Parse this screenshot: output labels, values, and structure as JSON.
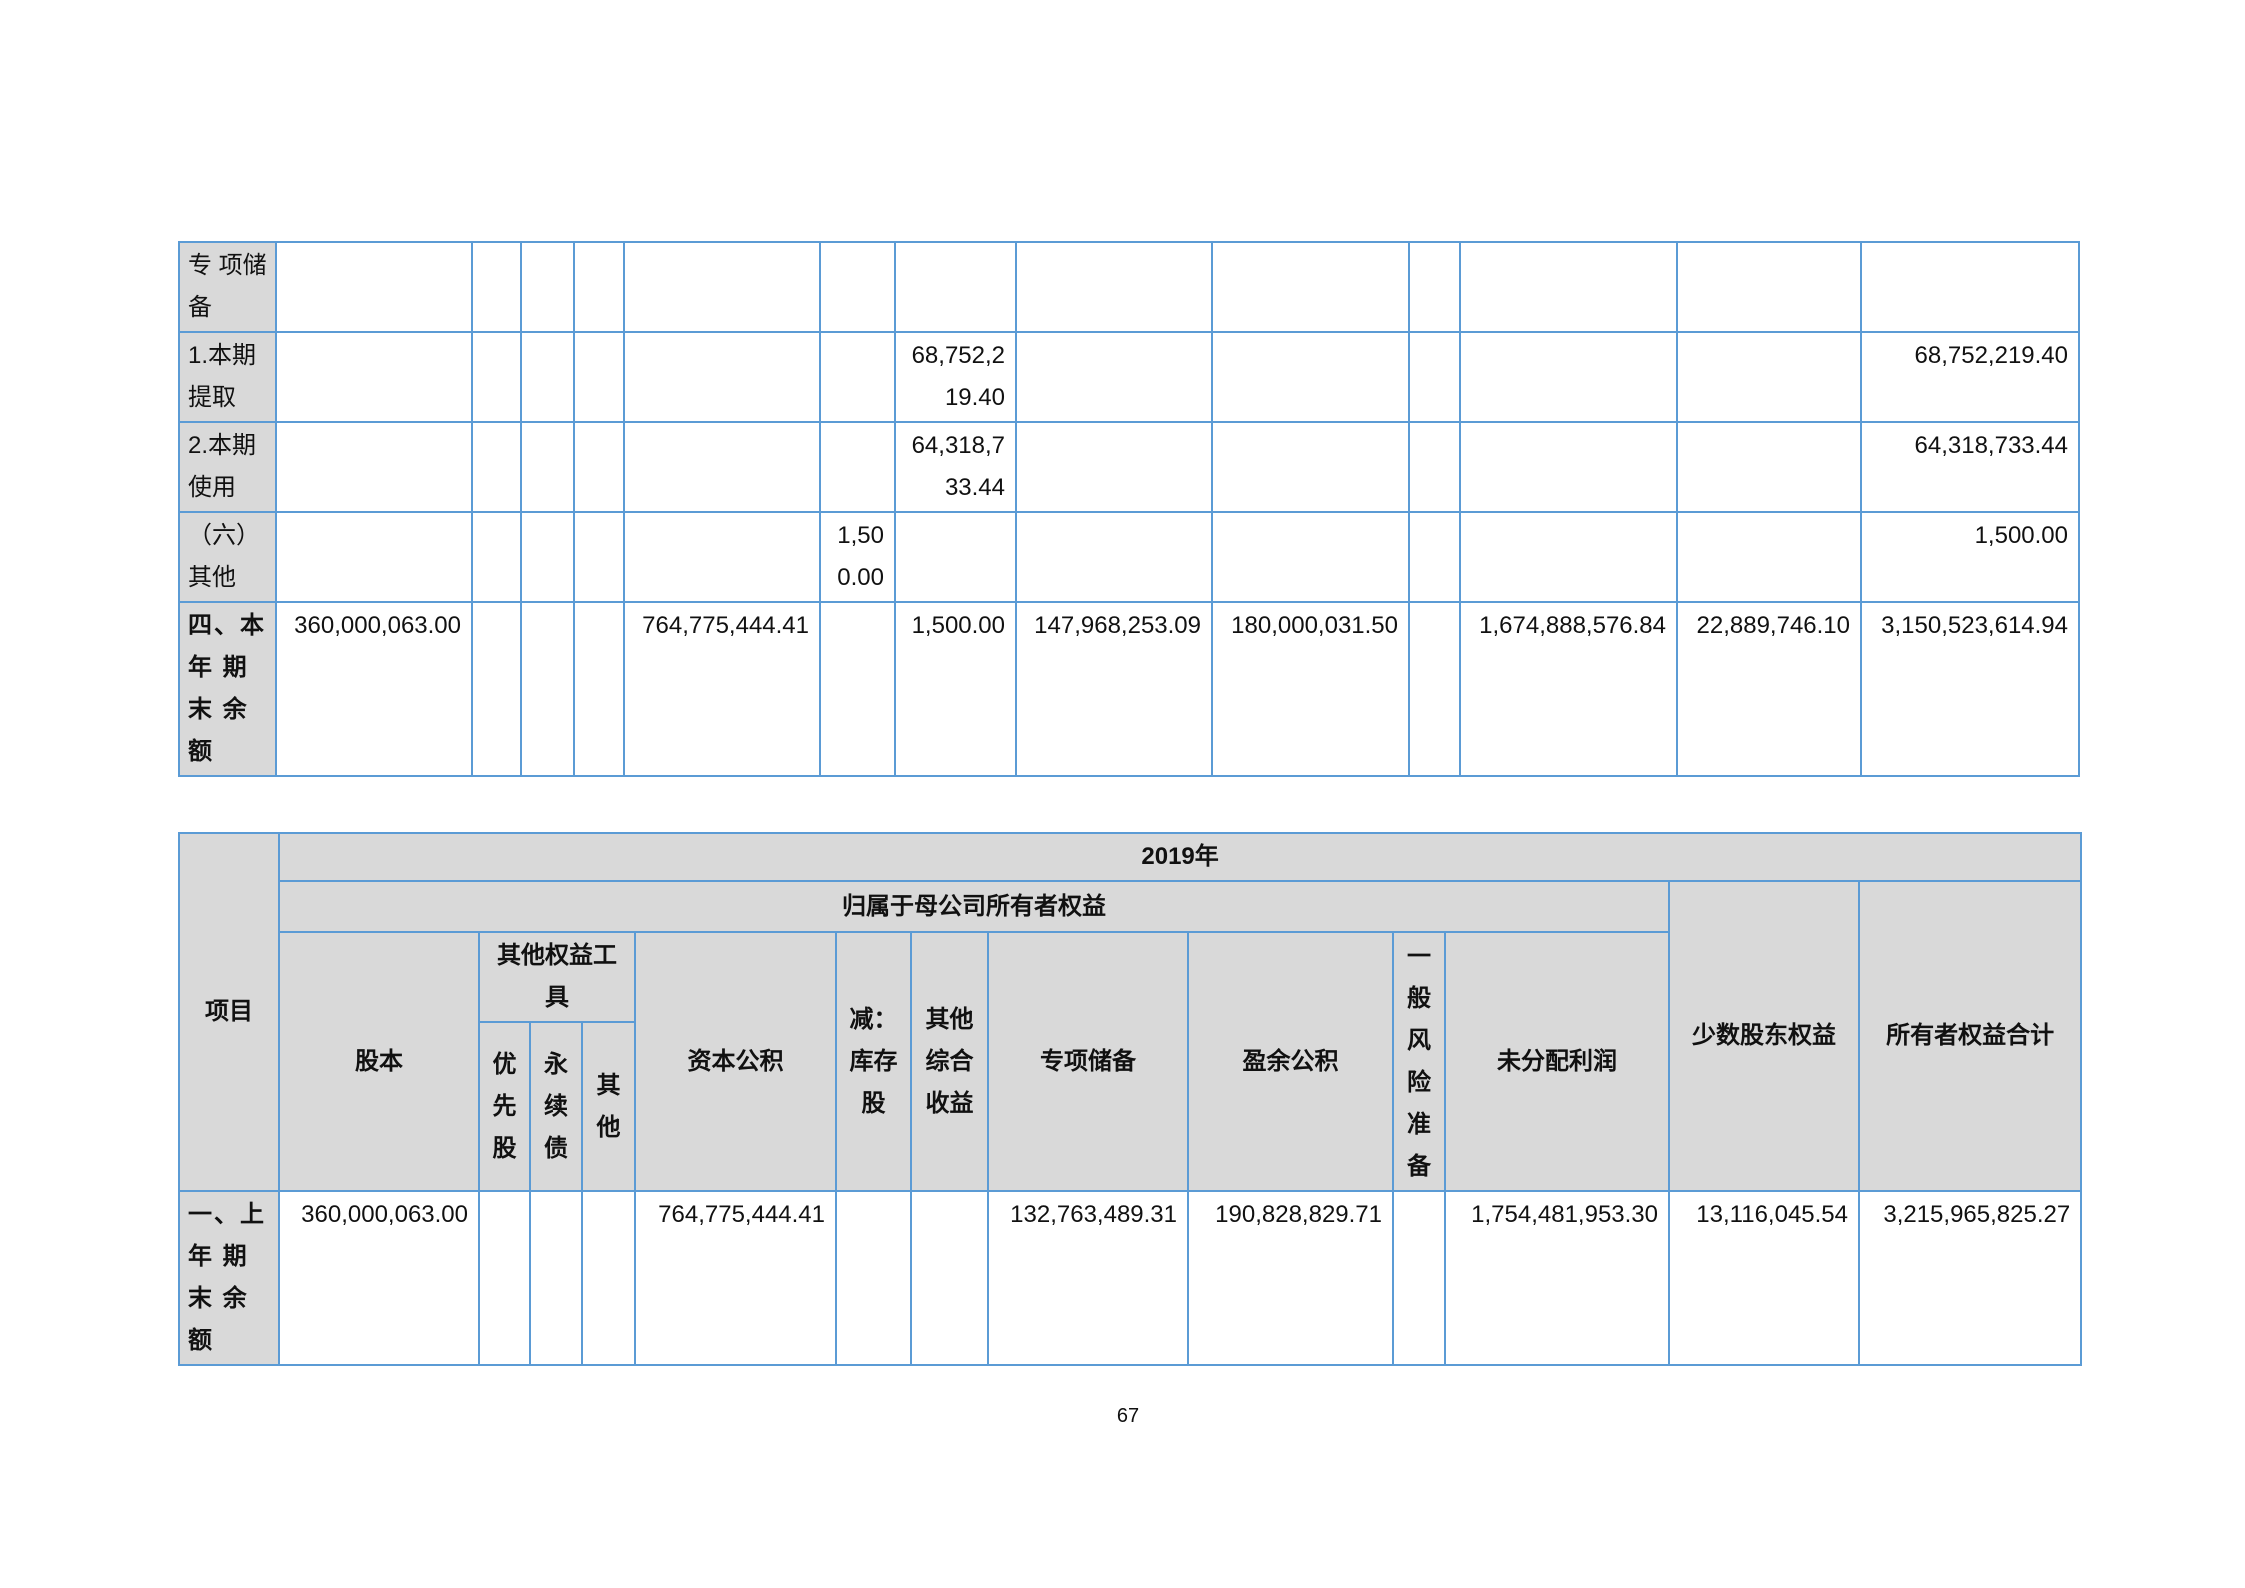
{
  "table1": {
    "rows": [
      {
        "label": "专 项储备",
        "bold": false,
        "cells": [
          "",
          "",
          "",
          "",
          "",
          "",
          "",
          "",
          "",
          "",
          "",
          "",
          ""
        ]
      },
      {
        "label": "1.本期提取",
        "bold": false,
        "cells": [
          "",
          "",
          "",
          "",
          "",
          "",
          "68,752,219.40",
          "",
          "",
          "",
          "",
          "",
          "68,752,219.40"
        ]
      },
      {
        "label": "2.本期使用",
        "bold": false,
        "cells": [
          "",
          "",
          "",
          "",
          "",
          "",
          "64,318,733.44",
          "",
          "",
          "",
          "",
          "",
          "64,318,733.44"
        ]
      },
      {
        "label": "（六）其他",
        "bold": false,
        "cells": [
          "",
          "",
          "",
          "",
          "",
          "1,500.00",
          "",
          "",
          "",
          "",
          "",
          "",
          "1,500.00"
        ]
      },
      {
        "label": "四、本 年 期 末 余 额",
        "bold": true,
        "cells": [
          "360,000,063.00",
          "",
          "",
          "",
          "764,775,444.41",
          "",
          "1,500.00",
          "147,968,253.09",
          "180,000,031.50",
          "",
          "1,674,888,576.84",
          "22,889,746.10",
          "3,150,523,614.94"
        ]
      }
    ]
  },
  "table2": {
    "header": {
      "item": "项目",
      "year": "2019年",
      "parent_equity": "归属于母公司所有者权益",
      "minority": "少数股东权益",
      "total": "所有者权益合计",
      "share_capital": "股本",
      "other_instruments": "其他权益工具",
      "preferred": "优先股",
      "perpetual": "永续债",
      "other": "其他",
      "capital_reserve": "资本公积",
      "treasury": "减：库存股",
      "oci": "其他综合收益",
      "special_reserve": "专项储备",
      "surplus_reserve": "盈余公积",
      "general_risk": "一般风险准备",
      "retained": "未分配利润"
    },
    "rows": [
      {
        "label": "一、上 年 期 末 余 额",
        "bold": true,
        "cells": [
          "360,000,063.00",
          "",
          "",
          "",
          "764,775,444.41",
          "",
          "",
          "132,763,489.31",
          "190,828,829.71",
          "",
          "1,754,481,953.30",
          "13,116,045.54",
          "3,215,965,825.27"
        ]
      }
    ]
  },
  "page_number": "67"
}
